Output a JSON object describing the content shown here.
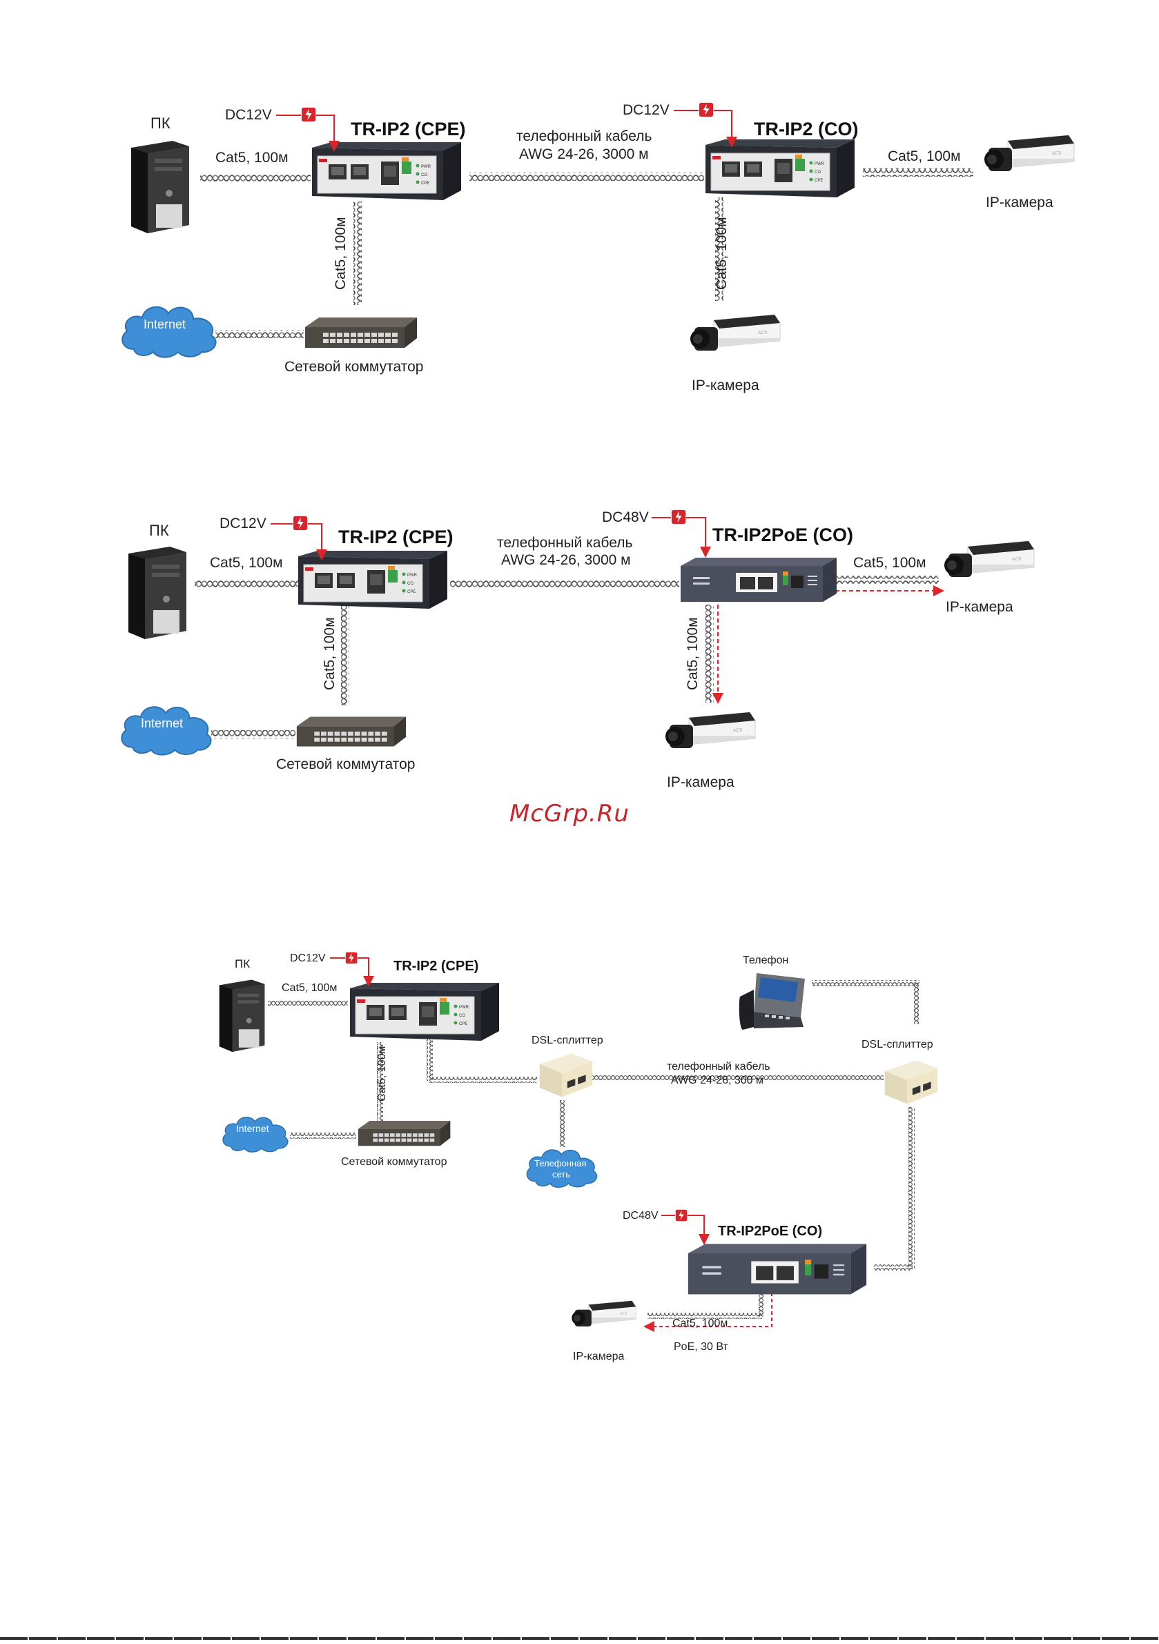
{
  "diagram1": {
    "pc": "ПК",
    "dc_cpe": "DC12V",
    "cpe_title": "TR-IP2 (CPE)",
    "cable_line1": "телефонный кабель",
    "cable_line2": "AWG 24-26, 3000 м",
    "dc_co": "DC12V",
    "co_title": "TR-IP2 (CO)",
    "cat5_left": "Cat5, 100м",
    "cat5_right": "Cat5, 100м",
    "cat5_down_left": "Cat5, 100м",
    "cat5_down_right": "Cat5, 100м",
    "camera_right": "IP-камера",
    "camera_bottom": "IP-камера",
    "internet": "Internet",
    "switch": "Сетевой коммутатор"
  },
  "diagram2": {
    "pc": "ПК",
    "dc_cpe": "DC12V",
    "cpe_title": "TR-IP2 (CPE)",
    "cable_line1": "телефонный кабель",
    "cable_line2": "AWG 24-26, 3000 м",
    "dc_co": "DC48V",
    "co_title": "TR-IP2PoE (CO)",
    "cat5_left": "Cat5, 100м",
    "cat5_right": "Cat5, 100м",
    "cat5_down_left": "Cat5, 100м",
    "cat5_down_right": "Cat5, 100м",
    "camera_right": "IP-камера",
    "camera_bottom": "IP-камера",
    "internet": "Internet",
    "switch": "Сетевой коммутатор"
  },
  "watermark": "McGrp.Ru",
  "diagram3": {
    "pc": "ПК",
    "dc_cpe": "DC12V",
    "cpe_title": "TR-IP2 (CPE)",
    "cat5_pc": "Cat5, 100м",
    "cat5_down": "Cat5, 100м",
    "internet": "Internet",
    "switch": "Сетевой коммутатор",
    "splitter_left": "DSL-сплиттер",
    "splitter_right": "DSL-сплиттер",
    "phone": "Телефон",
    "phone_net_line1": "Телефонная",
    "phone_net_line2": "сеть",
    "cable_line1": "телефонный кабель",
    "cable_line2": "AWG 24-26, 300 м",
    "dc_co": "DC48V",
    "co_title": "TR-IP2PoE (CO)",
    "cat5_cam": "Cat5, 100м",
    "poe": "PoE, 30 Вт",
    "camera": "IP-камера"
  },
  "colors": {
    "power_red": "#d8242b",
    "device_dark": "#2b2f3a",
    "cloud_blue": "#3f8fd6",
    "poe_dashed": "#e0262c"
  },
  "icons": [
    "pc-tower-icon",
    "power-lightning-icon",
    "ip-camera-icon",
    "cloud-icon",
    "network-switch-icon",
    "desk-phone-icon",
    "dsl-splitter-icon"
  ]
}
